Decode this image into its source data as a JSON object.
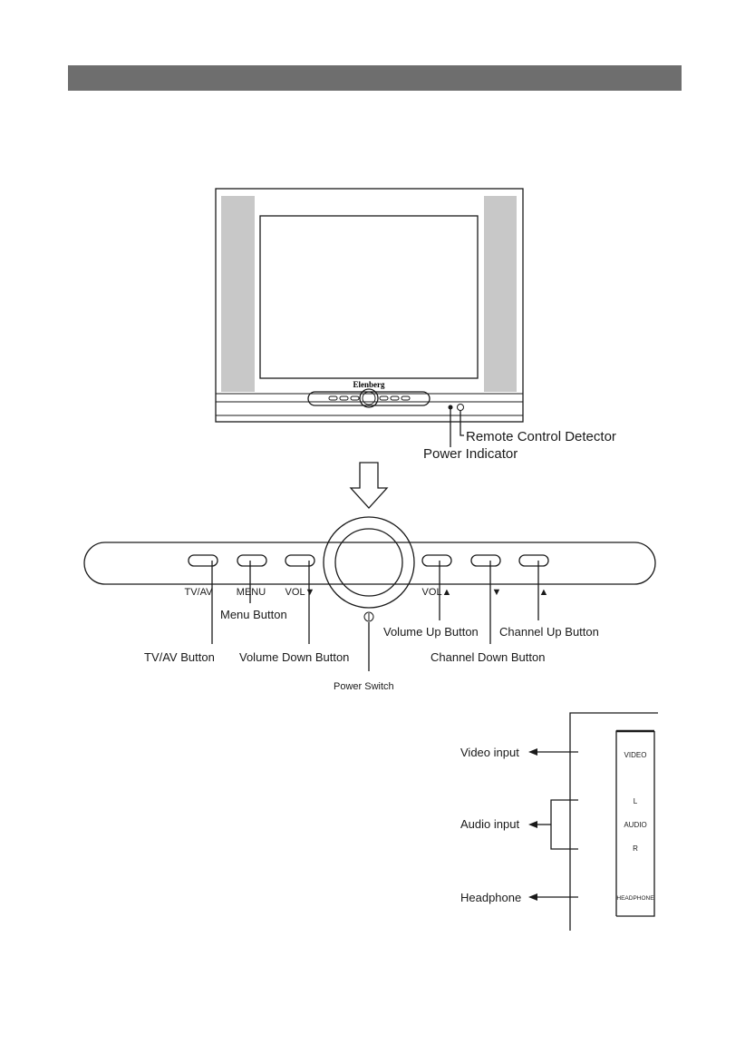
{
  "brand": "Elenberg",
  "tv_callouts": {
    "remote_control_detector": "Remote Control Detector",
    "power_indicator": "Power Indicator"
  },
  "panel": {
    "button_marks": {
      "tv_av": "TV/AV",
      "menu": "MENU",
      "vol_down": "VOL▼",
      "vol_up": "VOL▲",
      "ch_down": "▼",
      "ch_up": "▲"
    },
    "callouts": {
      "tv_av_button": "TV/AV Button",
      "menu_button": "Menu Button",
      "volume_down_button": "Volume Down Button",
      "power_switch": "Power Switch",
      "volume_up_button": "Volume Up Button",
      "channel_down_button": "Channel Down Button",
      "channel_up_button": "Channel Up Button"
    }
  },
  "side_panel": {
    "jacks": {
      "video": "VIDEO",
      "audio_l": "L",
      "audio": "AUDIO",
      "audio_r": "R",
      "headphone": "HEADPHONE"
    },
    "callouts": {
      "video_input": "Video input",
      "audio_input": "Audio input",
      "headphone": "Headphone"
    }
  }
}
